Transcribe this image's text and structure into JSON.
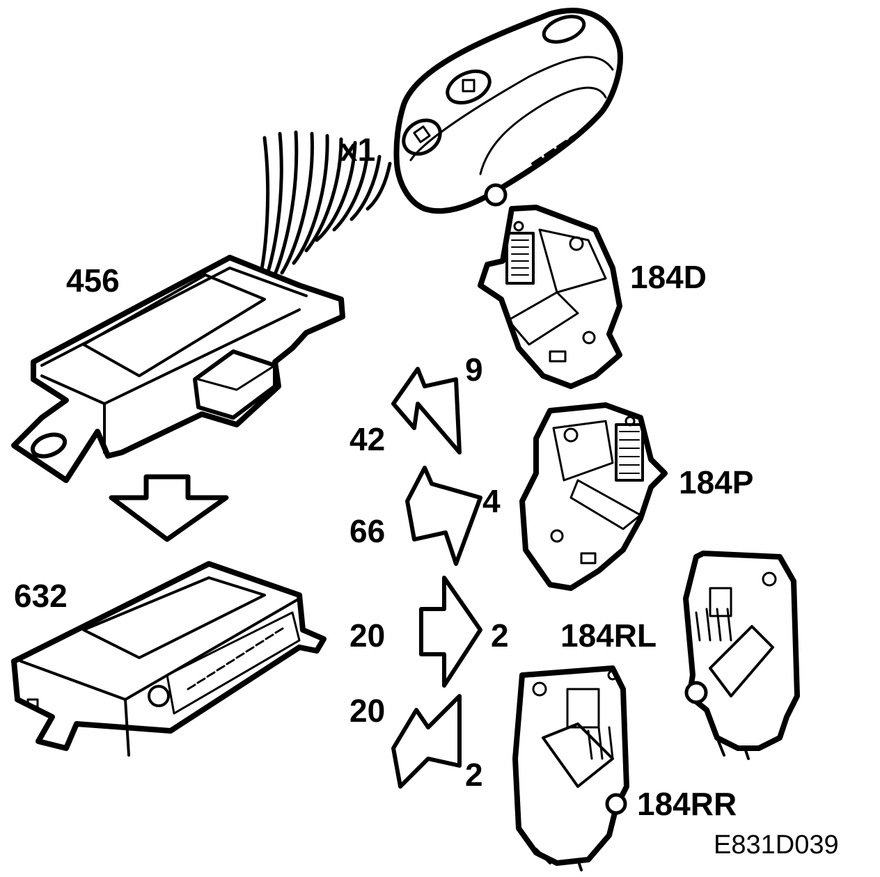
{
  "labels": {
    "remote": "x1",
    "module_456": "456",
    "module_632": "632",
    "lock_184d": "184D",
    "lock_184p": "184P",
    "lock_184rl": "184RL",
    "lock_184rr": "184RR",
    "wires_42": "42",
    "pin_9": "9",
    "wires_66": "66",
    "pin_4": "4",
    "wires_20a": "20",
    "pin_2a": "2",
    "wires_20b": "20",
    "pin_2b": "2"
  },
  "figure_code": "E831D039",
  "colors": {
    "ink": "#000000",
    "paper": "#ffffff",
    "shade": "#d0d0d0"
  }
}
